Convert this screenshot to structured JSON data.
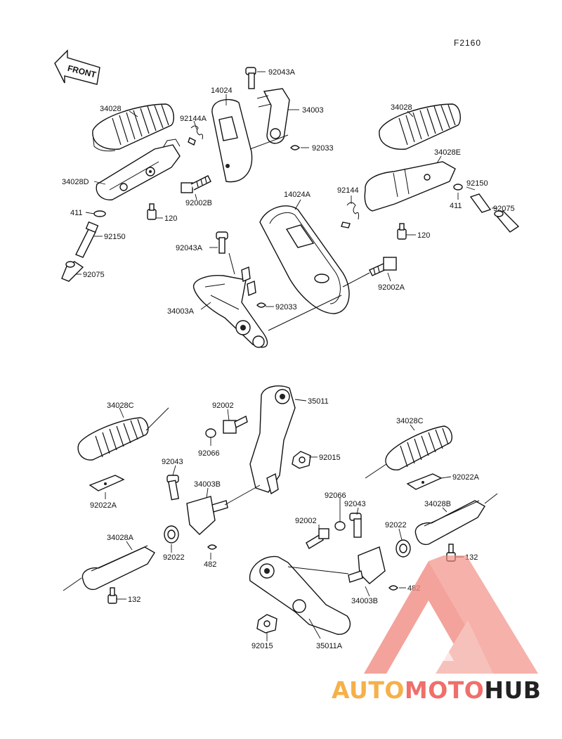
{
  "diagram_code": "F2160",
  "front_label": "FRONT",
  "watermark": {
    "auto": "AUTO",
    "moto": "MOTO",
    "hub": "HUB",
    "colors": {
      "auto": "#f6b04a",
      "moto": "#ef6f6b",
      "hub": "#222222",
      "triangle": "#f08a80"
    }
  },
  "labels": {
    "l_34028_a": "34028",
    "l_92144A": "92144A",
    "l_14024": "14024",
    "l_92043A_a": "92043A",
    "l_34003": "34003",
    "l_92033_a": "92033",
    "l_34028_b": "34028",
    "l_34028E": "34028E",
    "l_34028D": "34028D",
    "l_92002B": "92002B",
    "l_411_a": "411",
    "l_120_a": "120",
    "l_92150_a": "92150",
    "l_92075_a": "92075",
    "l_14024A": "14024A",
    "l_92144": "92144",
    "l_92150_b": "92150",
    "l_411_b": "411",
    "l_92075_b": "92075",
    "l_120_b": "120",
    "l_92043A_b": "92043A",
    "l_92002A": "92002A",
    "l_34003A": "34003A",
    "l_92033_b": "92033",
    "l_34028C_a": "34028C",
    "l_92002_a": "92002",
    "l_35011": "35011",
    "l_92066_a": "92066",
    "l_92015_a": "92015",
    "l_34028C_b": "34028C",
    "l_92043_a": "92043",
    "l_34003B_a": "34003B",
    "l_92022A_a": "92022A",
    "l_92022A_b": "92022A",
    "l_92066_b": "92066",
    "l_92043_b": "92043",
    "l_92002_b": "92002",
    "l_34028B": "34028B",
    "l_92022_a": "92022",
    "l_92022_b": "92022",
    "l_34028A": "34028A",
    "l_482_a": "482",
    "l_132_a": "132",
    "l_132_b": "132",
    "l_482_b": "482",
    "l_34003B_b": "34003B",
    "l_92015_b": "92015",
    "l_35011A": "35011A"
  }
}
